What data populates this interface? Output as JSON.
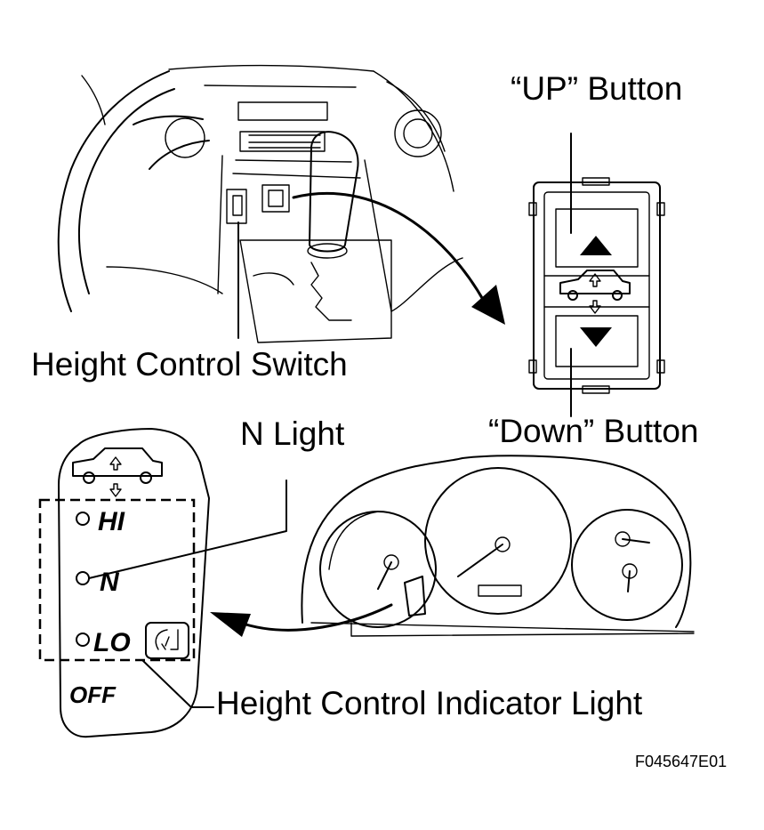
{
  "labels": {
    "height_control_switch": "Height Control Switch",
    "up_button": "“UP” Button",
    "down_button": "“Down” Button",
    "n_light": "N Light",
    "height_control_indicator_light": "Height Control Indicator Light",
    "figure_code": "F045647E01"
  },
  "indicator_panel": {
    "hi": "HI",
    "n": "N",
    "lo": "LO",
    "off": "OFF"
  },
  "icons": {
    "vehicle_height": "car-updown-icon",
    "up_arrow": "triangle-up-icon",
    "down_arrow": "triangle-down-icon",
    "suspension_warning": "suspension-icon"
  }
}
